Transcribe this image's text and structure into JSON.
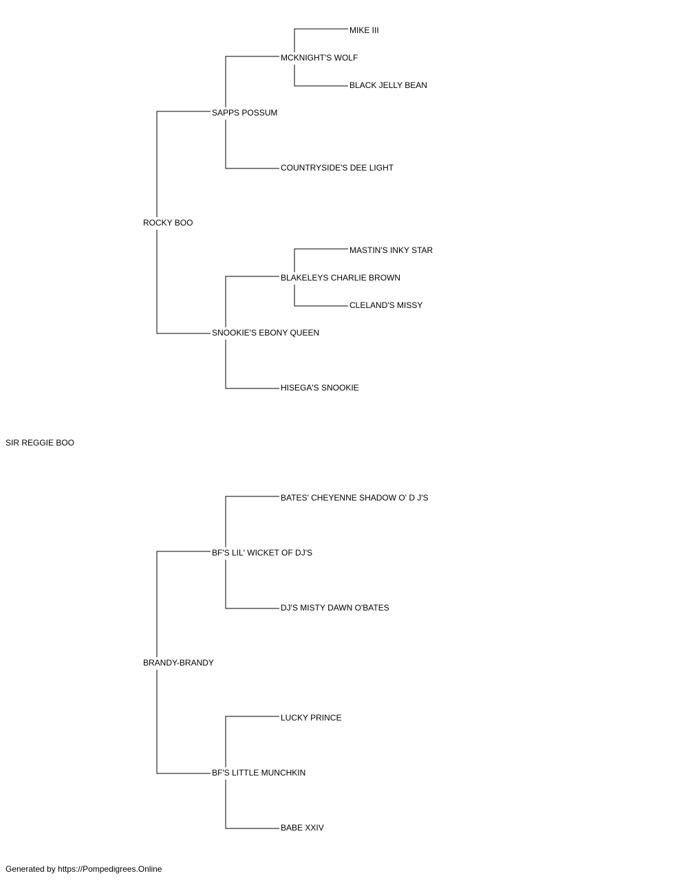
{
  "pedigree": {
    "subject": "SIR REGGIE BOO",
    "sire": "ROCKY BOO",
    "dam": "BRANDY-BRANDY",
    "sire_sire": "SAPPS POSSUM",
    "sire_dam": "SNOOKIE'S EBONY QUEEN",
    "dam_sire": "BF'S LIL' WICKET OF DJ'S",
    "dam_dam": "BF'S LITTLE MUNCHKIN",
    "sire_sire_sire": "MCKNIGHT'S WOLF",
    "sire_sire_dam": "COUNTRYSIDE'S DEE LIGHT",
    "sire_dam_sire": "BLAKELEYS CHARLIE BROWN",
    "sire_dam_dam": "HISEGA'S SNOOKIE",
    "dam_sire_sire": "BATES' CHEYENNE SHADOW O' D J'S",
    "dam_sire_dam": "DJ'S MISTY DAWN O'BATES",
    "dam_dam_sire": "LUCKY PRINCE",
    "dam_dam_dam": "BABE XXIV",
    "sire_sire_sire_sire": "MIKE III",
    "sire_sire_sire_dam": "BLACK JELLY BEAN",
    "sire_dam_sire_sire": "MASTIN'S INKY STAR",
    "sire_dam_sire_dam": "CLELAND'S MISSY"
  },
  "footer": {
    "text": "Generated by https://Pompedigrees.Online"
  }
}
